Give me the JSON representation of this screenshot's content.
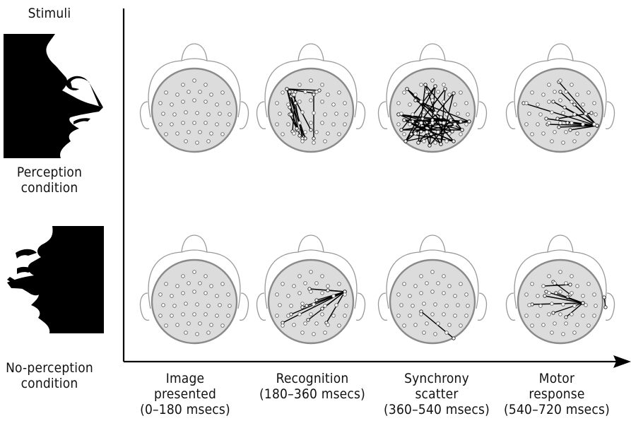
{
  "stimuli_title": "Stimuli",
  "conditions": [
    {
      "label_line1": "Perception",
      "label_line2": "condition"
    },
    {
      "label_line1": "No-perception",
      "label_line2": "condition"
    }
  ],
  "epochs": [
    {
      "line1": "Image",
      "line2": "presented",
      "line3": "(0–180 msecs)"
    },
    {
      "line1": "Recognition",
      "line2": "(180–360 msecs)",
      "line3": ""
    },
    {
      "line1": "Synchrony",
      "line2": "scatter",
      "line3": "(360–540 msecs)"
    },
    {
      "line1": "Motor",
      "line2": "response",
      "line3": "(540–720 msecs)"
    }
  ],
  "colors": {
    "scalp_fill": "#dcdcdc",
    "scalp_outline": "#8a8a8a",
    "head_outline": "#9a9a9a",
    "connection_line": "#000000",
    "stimulus": "#000000"
  }
}
